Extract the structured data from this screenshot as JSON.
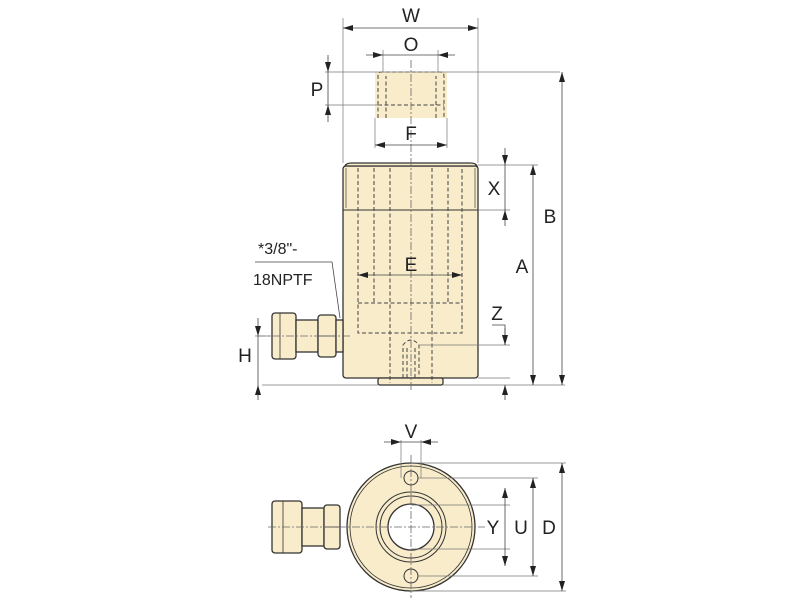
{
  "labels": {
    "W": "W",
    "O": "O",
    "P": "P",
    "F": "F",
    "X": "X",
    "B": "B",
    "A": "A",
    "E": "E",
    "Z": "Z",
    "H": "H",
    "V": "V",
    "Y": "Y",
    "U": "U",
    "D": "D",
    "port_line1": "*3/8\"-",
    "port_line2": "18NPTF"
  },
  "colors": {
    "body_fill": "#f8eccb",
    "line": "#333333"
  }
}
